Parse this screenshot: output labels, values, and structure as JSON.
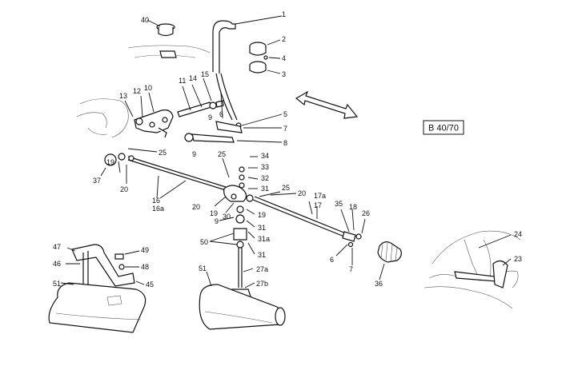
{
  "diagram_code": "B 40/70",
  "labels": {
    "l1": "1",
    "l2": "2",
    "l3": "3",
    "l4": "4",
    "l5": "5",
    "l6": "6",
    "l7": "7",
    "l8": "8",
    "l9": "9",
    "l10": "10",
    "l11": "11",
    "l12": "12",
    "l13": "13",
    "l14": "14",
    "l15": "15",
    "l16": "16",
    "l16a": "16a",
    "l17": "17",
    "l17a": "17a",
    "l18": "18",
    "l19": "19",
    "l20": "20",
    "l23": "23",
    "l24": "24",
    "l25": "25",
    "l26": "26",
    "l27a": "27a",
    "l27b": "27b",
    "l30": "30",
    "l31": "31",
    "l31a": "31a",
    "l32": "32",
    "l33": "33",
    "l34": "34",
    "l35": "35",
    "l36": "36",
    "l37": "37",
    "l40": "40",
    "l45": "45",
    "l46": "46",
    "l47": "47",
    "l48": "48",
    "l49": "49",
    "l50": "50",
    "l51": "51"
  }
}
